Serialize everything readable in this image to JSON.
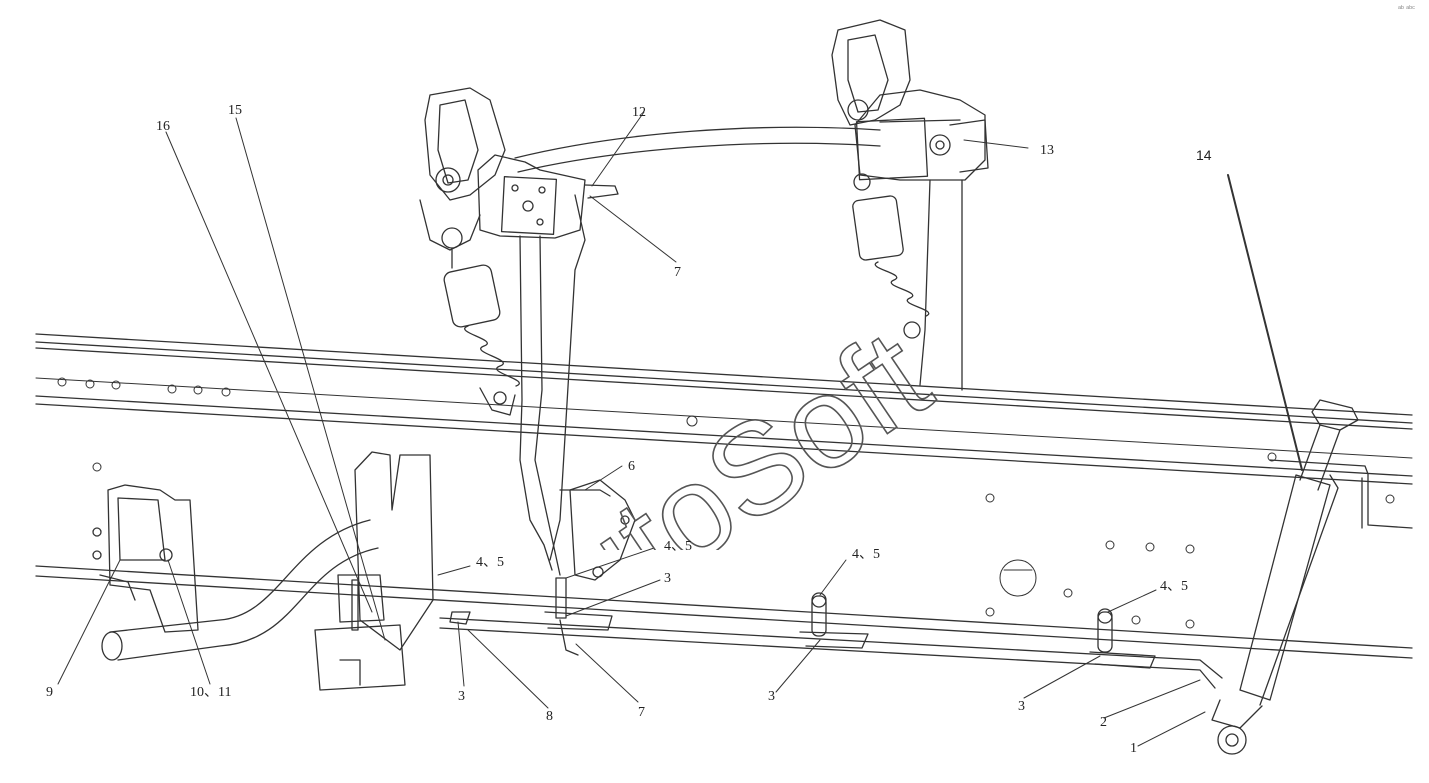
{
  "diagram": {
    "watermark": "AutoSoft",
    "corner_mark": "ᵃᵇ ᵃᵇᶜ",
    "callouts": [
      {
        "id": "c1",
        "text": "1"
      },
      {
        "id": "c2",
        "text": "2"
      },
      {
        "id": "c3a",
        "text": "3"
      },
      {
        "id": "c3b",
        "text": "3"
      },
      {
        "id": "c3c",
        "text": "3"
      },
      {
        "id": "c3d",
        "text": "3"
      },
      {
        "id": "c45a",
        "text": "4、5"
      },
      {
        "id": "c45b",
        "text": "4、5"
      },
      {
        "id": "c45c",
        "text": "4、5"
      },
      {
        "id": "c45d",
        "text": "4、5"
      },
      {
        "id": "c6",
        "text": "6"
      },
      {
        "id": "c7a",
        "text": "7"
      },
      {
        "id": "c7b",
        "text": "7"
      },
      {
        "id": "c8",
        "text": "8"
      },
      {
        "id": "c9",
        "text": "9"
      },
      {
        "id": "c1011",
        "text": "10、11"
      },
      {
        "id": "c12",
        "text": "12"
      },
      {
        "id": "c13",
        "text": "13"
      },
      {
        "id": "c14",
        "text": "14"
      },
      {
        "id": "c15",
        "text": "15"
      },
      {
        "id": "c16",
        "text": "16"
      }
    ]
  }
}
